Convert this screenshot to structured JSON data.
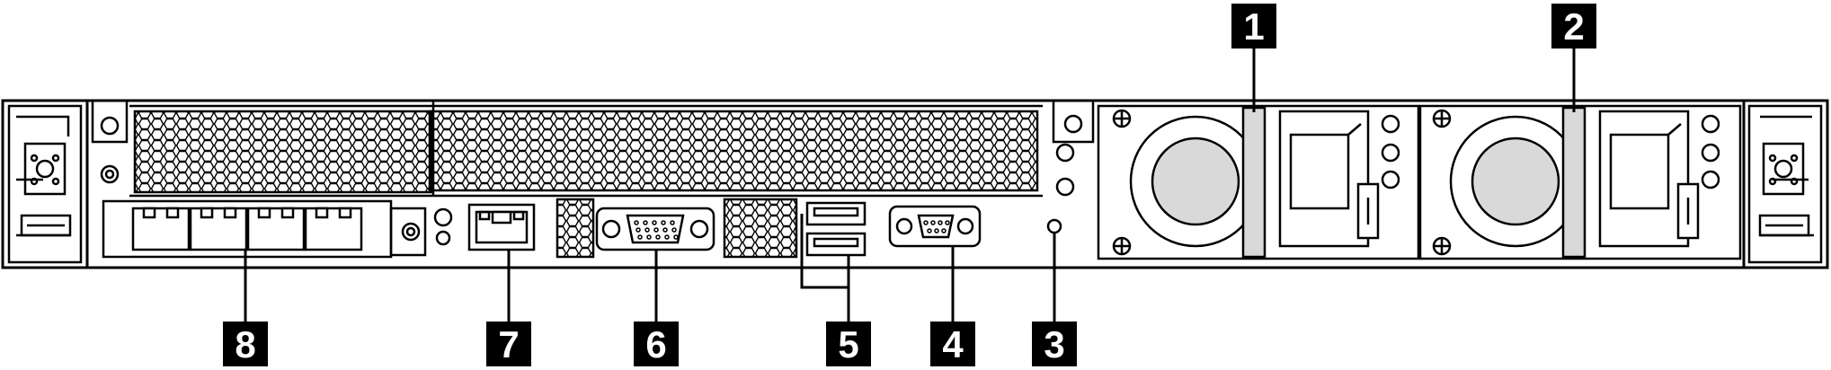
{
  "callouts": [
    {
      "id": "power-supply-1",
      "label": "1"
    },
    {
      "id": "power-supply-2",
      "label": "2"
    },
    {
      "id": "nmi-button",
      "label": "3"
    },
    {
      "id": "serial-port",
      "label": "4"
    },
    {
      "id": "usb-ports",
      "label": "5"
    },
    {
      "id": "vga-port",
      "label": "6"
    },
    {
      "id": "management-ethernet-port",
      "label": "7"
    },
    {
      "id": "ethernet-adapter-ports",
      "label": "8"
    }
  ],
  "colors": {
    "line": "#000000",
    "panel": "#ffffff",
    "callout_bg": "#000000",
    "callout_text": "#ffffff",
    "psu_gray": "#d9d9d9"
  }
}
